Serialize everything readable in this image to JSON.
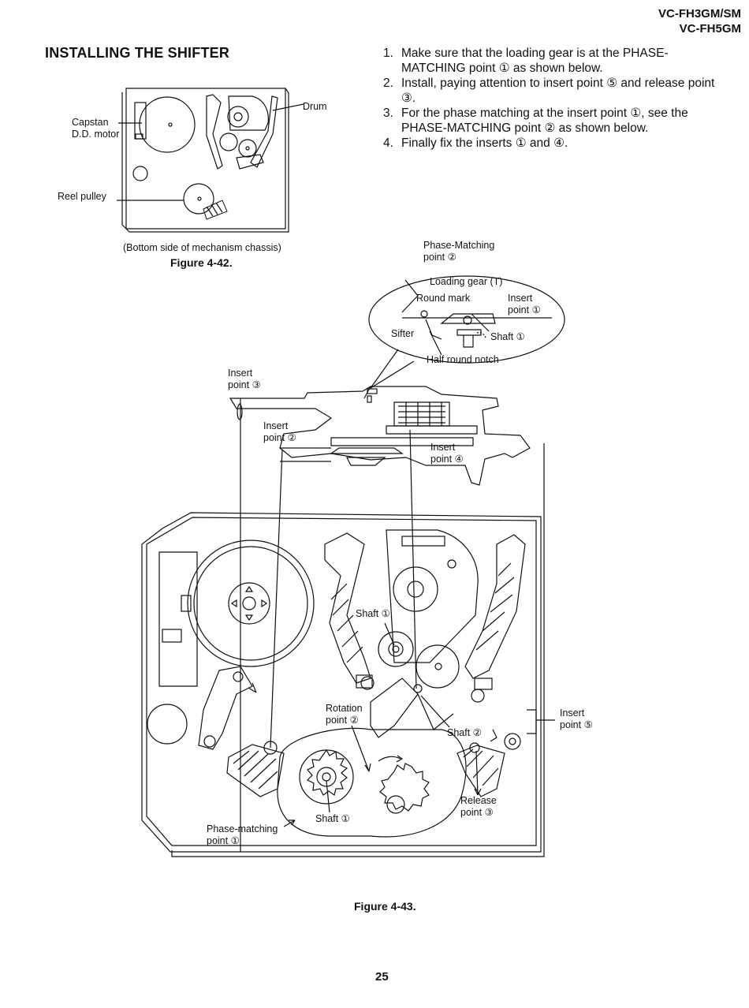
{
  "header": {
    "model_line1": "VC-FH3GM/SM",
    "model_line2": "VC-FH5GM"
  },
  "section_title": "INSTALLING THE SHIFTER",
  "steps": [
    {
      "num": "1.",
      "text": "Make sure that the loading gear is at the PHASE-MATCHING point ① as shown below."
    },
    {
      "num": "2.",
      "text": "Install, paying attention to insert point ⑤ and release point ③."
    },
    {
      "num": "3.",
      "text": "For the phase matching at the insert point ①, see the PHASE-MATCHING point ② as shown below."
    },
    {
      "num": "4.",
      "text": "Finally fix the inserts ① and ④."
    }
  ],
  "figure_42": {
    "labels": {
      "drum": "Drum",
      "capstan_line1": "Capstan",
      "capstan_line2": "D.D. motor",
      "reel_pulley": "Reel pulley"
    },
    "caption_note": "(Bottom side of mechanism chassis)",
    "caption": "Figure 4-42."
  },
  "detail": {
    "title_line1": "Phase-Matching",
    "title_line2": "point ②",
    "loading_gear": "Loading gear (T)",
    "round_mark": "Round mark",
    "insert_point_line1": "Insert",
    "insert_point_line2": "point ①",
    "sifter": "Sifter",
    "shaft": "Shaft ①",
    "half_round_notch": "Half round notch"
  },
  "figure_43": {
    "labels": {
      "insert3_line1": "Insert",
      "insert3_line2": "point ③",
      "insert2_line1": "Insert",
      "insert2_line2": "point ②",
      "insert4_line1": "Insert",
      "insert4_line2": "point ④",
      "shaft1_top": "Shaft ①",
      "rotation_line1": "Rotation",
      "rotation_line2": "point ②",
      "shaft2": "Shaft ②",
      "insert5_line1": "Insert",
      "insert5_line2": "point ⑤",
      "release_line1": "Release",
      "release_line2": "point ③",
      "shaft1_bottom": "Shaft ①",
      "phase_line1": "Phase-matching",
      "phase_line2": "point ①"
    },
    "caption": "Figure 4-43."
  },
  "page_number": "25"
}
